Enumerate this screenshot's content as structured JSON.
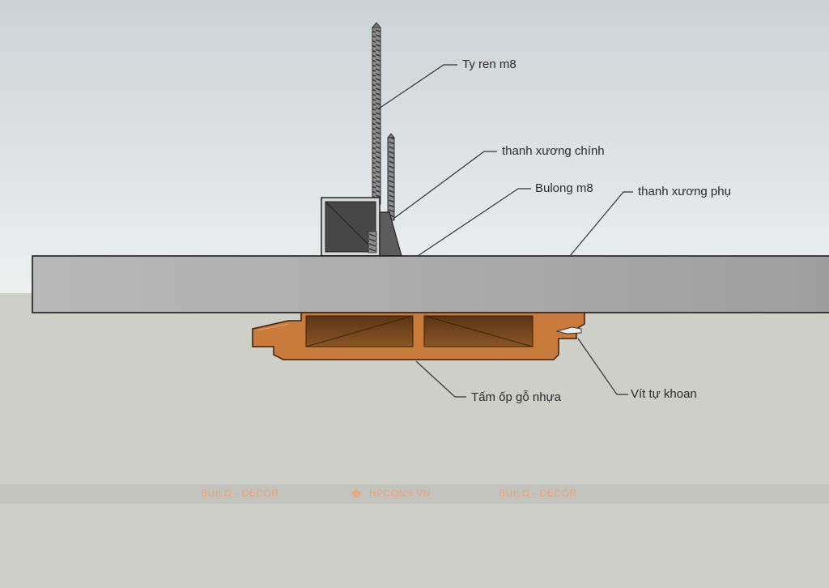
{
  "labels": {
    "threaded_rod": "Ty ren m8",
    "main_frame": "thanh xương chính",
    "bolt": "Bulong m8",
    "secondary_frame": "thanh xương phụ",
    "wood_panel": "Tấm ốp gỗ nhựa",
    "self_drilling_screw": "Vít tự khoan"
  },
  "watermarks": {
    "left": "BUILO - DECOR",
    "center": "HPCONS.VN",
    "right": "BUILO - DECOR"
  },
  "colors": {
    "sky_top": "#cdd2d6",
    "sky_bottom": "#eef0f0",
    "ground": "#cfcfca",
    "beam": "#a9a9a9",
    "panel": "#c87a3a",
    "panel_inner": "#7a4a20",
    "watermark": "#f0a070"
  }
}
